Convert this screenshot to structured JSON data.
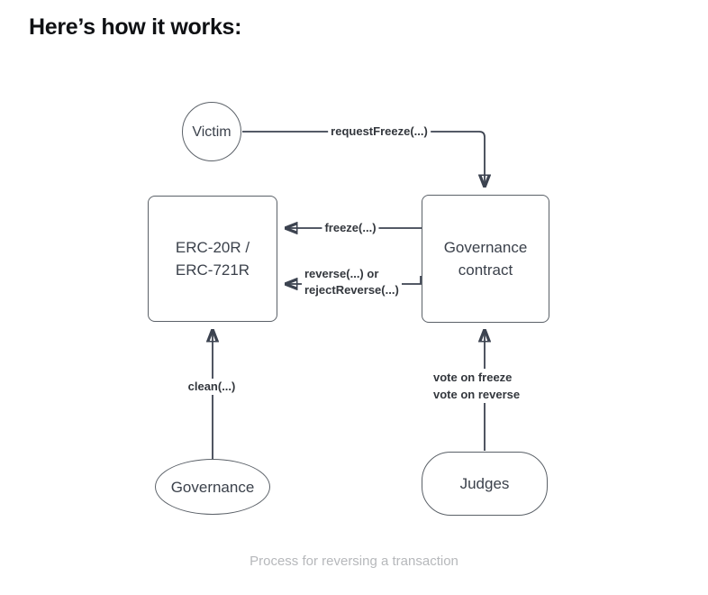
{
  "heading": "Here’s how it works:",
  "caption": "Process for reversing a transaction",
  "theme": {
    "bg": "#ffffff",
    "shape_border": "#5b6168",
    "shape_fill": "#ffffff",
    "node_text": "#3b414b",
    "connector": "#3c4350",
    "arrow_fill": "#353c49",
    "label_text": "#33373d",
    "heading_text": "#0f1114",
    "caption_text": "#b6b8bb"
  },
  "diagram": {
    "nodes": [
      {
        "id": "victim",
        "shape": "circle",
        "label": "Victim"
      },
      {
        "id": "erc-tokens",
        "shape": "rounded-rect",
        "lines": [
          "ERC-20R /",
          "ERC-721R"
        ]
      },
      {
        "id": "governance-contract",
        "shape": "rounded-rect",
        "lines": [
          "Governance",
          "contract"
        ]
      },
      {
        "id": "governance",
        "shape": "ellipse",
        "label": "Governance"
      },
      {
        "id": "judges",
        "shape": "stadium",
        "label": "Judges"
      }
    ],
    "edges": [
      {
        "from": "victim",
        "to": "governance-contract",
        "label": "requestFreeze(...)"
      },
      {
        "from": "governance-contract",
        "to": "erc-tokens",
        "label": "freeze(...)"
      },
      {
        "from": "governance-contract",
        "to": "erc-tokens",
        "lines": [
          "reverse(...) or",
          "rejectReverse(...)"
        ]
      },
      {
        "from": "governance",
        "to": "erc-tokens",
        "label": "clean(...)"
      },
      {
        "from": "judges",
        "to": "governance-contract",
        "lines": [
          "vote on freeze",
          "vote on reverse"
        ]
      }
    ]
  }
}
